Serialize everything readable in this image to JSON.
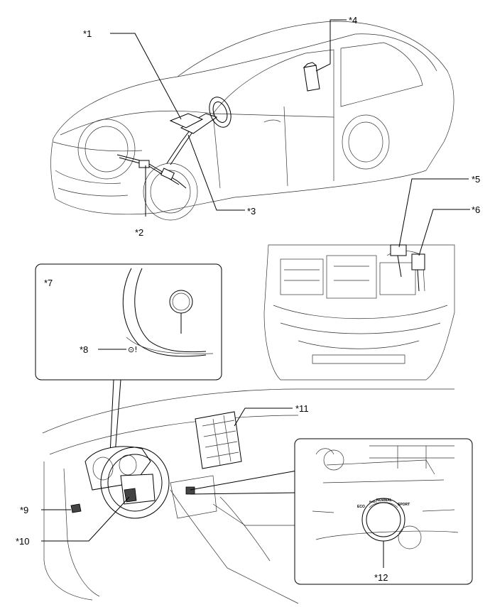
{
  "labels": {
    "c1": "*1",
    "c2": "*2",
    "c3": "*3",
    "c4": "*4",
    "c5": "*5",
    "c6": "*6",
    "c7": "*7",
    "c8": "*8",
    "c9": "*9",
    "c10": "*10",
    "c11": "*11",
    "c12": "*12"
  },
  "switch_panel": {
    "eco": "ECO",
    "normal": "NORMAL",
    "sport": "SPORT",
    "push": "PUSH"
  },
  "warning_symbol": "⊙!"
}
